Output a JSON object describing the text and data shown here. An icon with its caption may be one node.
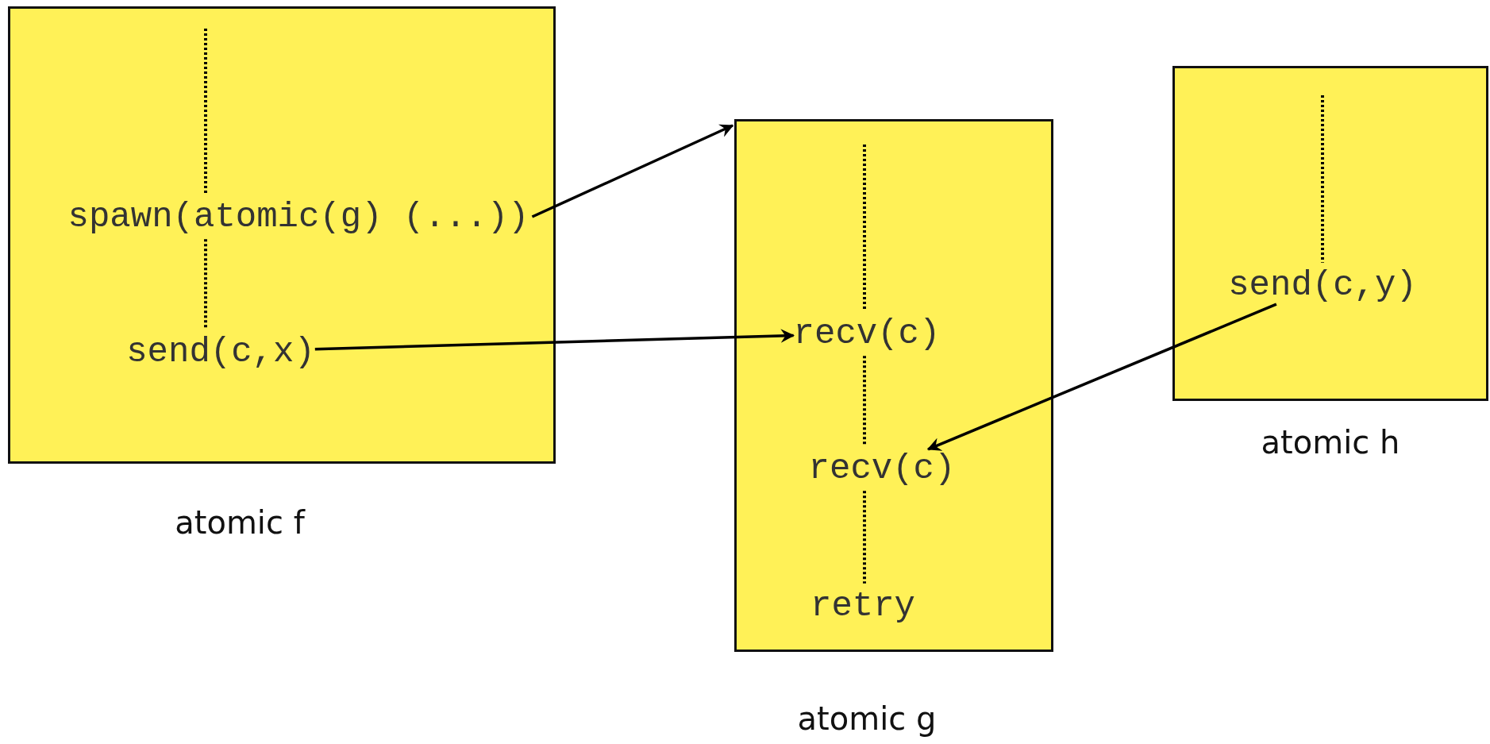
{
  "diagram": {
    "nodes": [
      {
        "text": [
          "atomic f"
        ]
      },
      {
        "text": [
          "spawn(atomic(g) (...))"
        ],
        "in": 0
      },
      {
        "text": [
          "send(c,x)"
        ],
        "in": 0
      },
      {
        "text": [
          "atomic g"
        ]
      },
      {
        "text": [
          "recv(c)"
        ],
        "in": 3
      },
      {
        "text": [
          "recv(c)"
        ],
        "in": 3
      },
      {
        "text": [
          "retry"
        ],
        "in": 3
      },
      {
        "text": [
          "atomic h"
        ]
      },
      {
        "text": [
          "send(c,y)"
        ],
        "in": 7
      }
    ],
    "edges": [
      {
        "from": null,
        "to": 1,
        "arrow": "none",
        "style": "dashed"
      },
      {
        "from": 1,
        "to": 2,
        "arrow": "none",
        "style": "dashed"
      },
      {
        "from": 1,
        "to": 3,
        "arrow": "to"
      },
      {
        "from": 2,
        "to": 4,
        "arrow": "to"
      },
      {
        "from": null,
        "to": 4,
        "arrow": "none",
        "style": "dashed"
      },
      {
        "from": 4,
        "to": 5,
        "arrow": "none",
        "style": "dashed"
      },
      {
        "from": 5,
        "to": 6,
        "arrow": "none",
        "style": "dashed"
      },
      {
        "from": null,
        "to": 8,
        "arrow": "none",
        "style": "dashed"
      },
      {
        "from": 8,
        "to": 5,
        "arrow": "to"
      }
    ]
  }
}
